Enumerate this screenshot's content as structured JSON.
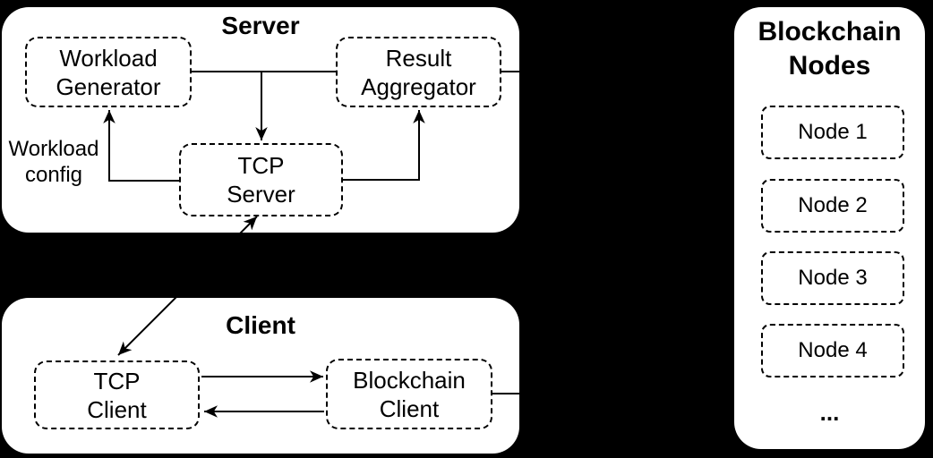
{
  "colors": {
    "background": "#000000",
    "panel_fill": "#ffffff",
    "stroke": "#000000",
    "text": "#000000"
  },
  "server": {
    "title": "Server",
    "workload_generator": "Workload\nGenerator",
    "result_aggregator": "Result\nAggregator",
    "tcp_server": "TCP\nServer",
    "workload_config": "Workload\nconfig"
  },
  "client": {
    "title": "Client",
    "tcp_client": "TCP\nClient",
    "blockchain_client": "Blockchain\nClient"
  },
  "blockchain": {
    "title": "Blockchain\nNodes",
    "nodes": [
      "Node 1",
      "Node 2",
      "Node 3",
      "Node 4"
    ],
    "more_indicator": "..."
  }
}
